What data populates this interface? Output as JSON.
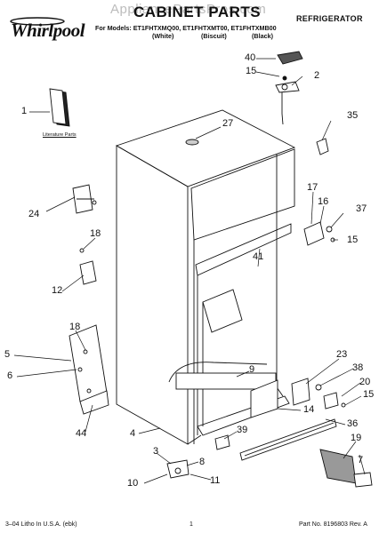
{
  "watermark": "AppliancePartsPros.com",
  "brand": {
    "logo_text": "Whirlpool"
  },
  "header": {
    "title": "CABINET PARTS",
    "subject": "REFRIGERATOR",
    "models_line": "For Models: ET1FHTXMQ00, ET1FHTXMT00, ET1FHTXMB00",
    "colors": [
      "(White)",
      "(Biscuit)",
      "(Black)"
    ]
  },
  "literature_label": "Literature Parts",
  "callouts": {
    "c40": "40",
    "c15a": "15",
    "c2": "2",
    "c35": "35",
    "c1": "1",
    "c27": "27",
    "c24": "24",
    "c17": "17",
    "c16": "16",
    "c37": "37",
    "c15b": "15",
    "c18a": "18",
    "c41": "41",
    "c12": "12",
    "c18b": "18",
    "c5": "5",
    "c6": "6",
    "c9": "9",
    "c23": "23",
    "c38": "38",
    "c20": "20",
    "c15c": "15",
    "c14": "14",
    "c36": "36",
    "c44": "44",
    "c4": "4",
    "c39": "39",
    "c19": "19",
    "c7": "7",
    "c10": "10",
    "c3": "3",
    "c8": "8",
    "c11": "11"
  },
  "footer": {
    "left": "3–04 Litho In U.S.A. (ebk)",
    "center": "1",
    "right": "Part No. 8196803 Rev. A"
  }
}
